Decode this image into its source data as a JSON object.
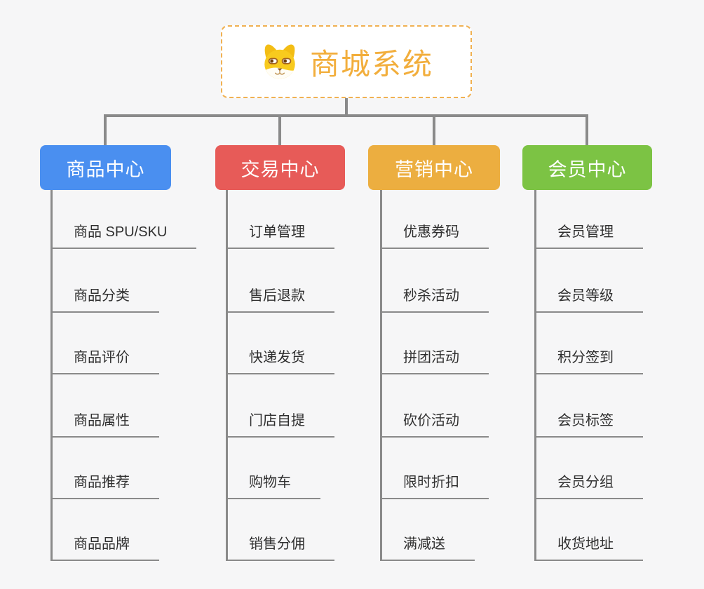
{
  "root": {
    "title": "商城系统",
    "icon": "dog-face-icon"
  },
  "branches": [
    {
      "label": "商品中心",
      "color": "#4a8ff0",
      "items": [
        "商品 SPU/SKU",
        "商品分类",
        "商品评价",
        "商品属性",
        "商品推荐",
        "商品品牌"
      ]
    },
    {
      "label": "交易中心",
      "color": "#e75b58",
      "items": [
        "订单管理",
        "售后退款",
        "快递发货",
        "门店自提",
        "购物车",
        "销售分佣"
      ]
    },
    {
      "label": "营销中心",
      "color": "#ecae40",
      "items": [
        "优惠券码",
        "秒杀活动",
        "拼团活动",
        "砍价活动",
        "限时折扣",
        "满减送"
      ]
    },
    {
      "label": "会员中心",
      "color": "#7cc344",
      "items": [
        "会员管理",
        "会员等级",
        "积分签到",
        "会员标签",
        "会员分组",
        "收货地址"
      ]
    }
  ],
  "colors": {
    "background": "#f6f6f7",
    "connector": "#8a8a8a",
    "root_border": "#f0b152",
    "root_text": "#f2ae3c",
    "item_text": "#2f2f2f"
  }
}
